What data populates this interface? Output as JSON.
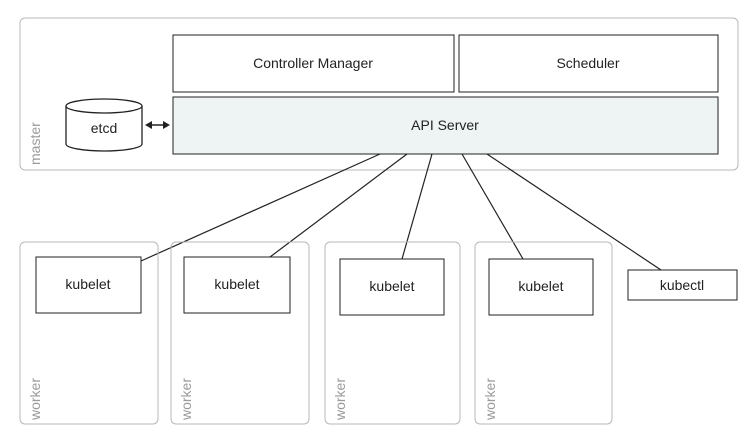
{
  "master": {
    "label": "master",
    "etcd": "etcd",
    "controller_manager": "Controller Manager",
    "scheduler": "Scheduler",
    "api_server": "API Server"
  },
  "workers": [
    {
      "label": "worker",
      "kubelet": "kubelet"
    },
    {
      "label": "worker",
      "kubelet": "kubelet"
    },
    {
      "label": "worker",
      "kubelet": "kubelet"
    },
    {
      "label": "worker",
      "kubelet": "kubelet"
    }
  ],
  "kubectl": "kubectl",
  "colors": {
    "container_border": "#b8b8b8",
    "box_border": "#222222",
    "api_fill": "#eef3f4",
    "line": "#222222",
    "label_gray": "#9a9a9a"
  }
}
